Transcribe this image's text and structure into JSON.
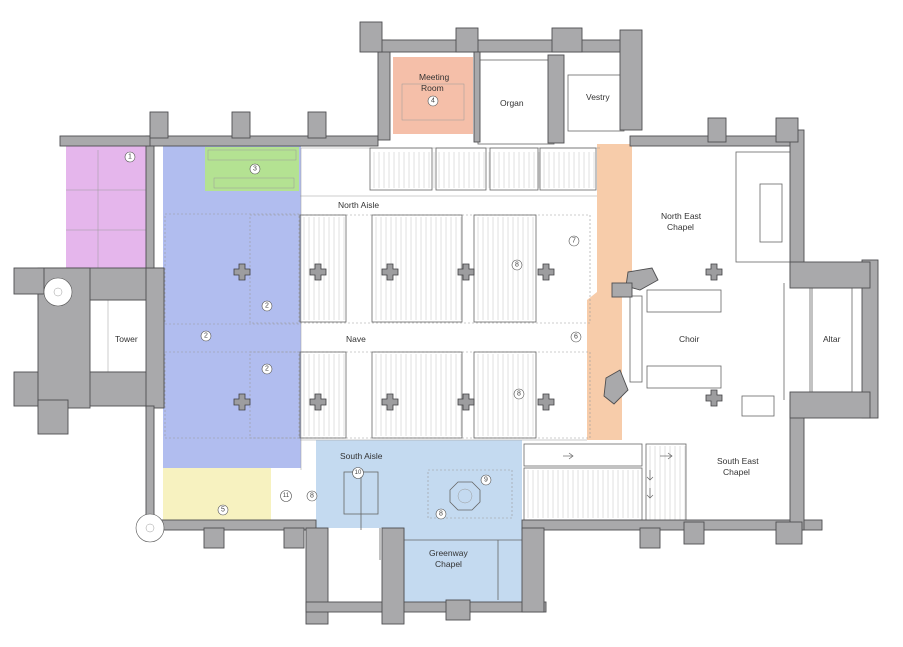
{
  "zone_colors": {
    "toilets": "#e5b6ec",
    "kitchen": "#b4e292",
    "meeting_room": "#f5bfa9",
    "west_area": "#b1bdef",
    "shop": "#f7f2c0",
    "south_zone": "#c4daf0",
    "screen": "#f7ccaa",
    "walls": "#a9a9ab"
  },
  "labels": {
    "meeting_room_line1": "Meeting",
    "meeting_room_line2": "Room",
    "organ": "Organ",
    "vestry": "Vestry",
    "north_aisle": "North Aisle",
    "north_east_line1": "North East",
    "north_east_line2": "Chapel",
    "nave": "Nave",
    "tower": "Tower",
    "choir": "Choir",
    "altar": "Altar",
    "south_aisle": "South Aisle",
    "south_east_line1": "South East",
    "south_east_line2": "Chapel",
    "greenway_line1": "Greenway",
    "greenway_line2": "Chapel"
  },
  "markers": {
    "m1": "1",
    "m2a": "2",
    "m2b": "2",
    "m2c": "2",
    "m3": "3",
    "m4": "4",
    "m5": "5",
    "m6": "6",
    "m7": "7",
    "m8a": "8",
    "m8b": "8",
    "m8c": "8",
    "m8d": "8",
    "m9": "9",
    "m10": "10",
    "m11": "11"
  },
  "icons": {
    "arrow_right": "arrow-right-icon",
    "arrow_down": "arrow-down-icon",
    "pillar": "pillar-icon",
    "spiral_stair": "spiral-staircase-icon",
    "font": "font-icon"
  }
}
